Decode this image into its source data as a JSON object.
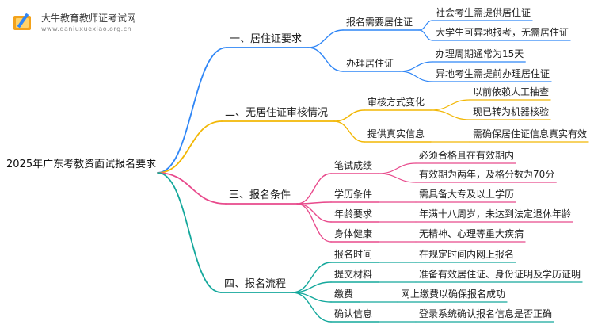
{
  "brand": {
    "title": "大牛教育教师证考试网",
    "url": "www.daniuxuexiao.org.cn",
    "logo_icon": "book-pencil-icon"
  },
  "root": "2025年广东考教资面试报名要求",
  "colors": [
    "#2f86f6",
    "#f2b705",
    "#e84a8c",
    "#14a89c"
  ],
  "branches": [
    {
      "label": "一、居住证要求",
      "children": [
        {
          "label": "报名需要居住证",
          "children": [
            "社会考生需提供居住证",
            "大学生可异地报考，无需居住证"
          ]
        },
        {
          "label": "办理居住证",
          "children": [
            "办理周期通常为15天",
            "异地考生需提前办理居住证"
          ]
        }
      ]
    },
    {
      "label": "二、无居住证审核情况",
      "children": [
        {
          "label": "审核方式变化",
          "children": [
            "以前依赖人工抽查",
            "现已转为机器核验"
          ]
        },
        {
          "label": "提供真实信息",
          "children": [
            "需确保居住证信息真实有效"
          ]
        }
      ]
    },
    {
      "label": "三、报名条件",
      "children": [
        {
          "label": "笔试成绩",
          "children": [
            "必须合格且在有效期内",
            "有效期为两年，及格分数为70分"
          ]
        },
        {
          "label": "学历条件",
          "children": [
            "需具备大专及以上学历"
          ]
        },
        {
          "label": "年龄要求",
          "children": [
            "年满十八周岁，未达到法定退休年龄"
          ]
        },
        {
          "label": "身体健康",
          "children": [
            "无精神、心理等重大疾病"
          ]
        }
      ]
    },
    {
      "label": "四、报名流程",
      "children": [
        {
          "label": "报名时间",
          "children": [
            "在规定时间内网上报名"
          ]
        },
        {
          "label": "提交材料",
          "children": [
            "准备有效居住证、身份证明及学历证明"
          ]
        },
        {
          "label": "缴费",
          "children": [
            "网上缴费以确保报名成功"
          ]
        },
        {
          "label": "确认信息",
          "children": [
            "登录系统确认报名信息是否正确"
          ]
        }
      ]
    }
  ]
}
